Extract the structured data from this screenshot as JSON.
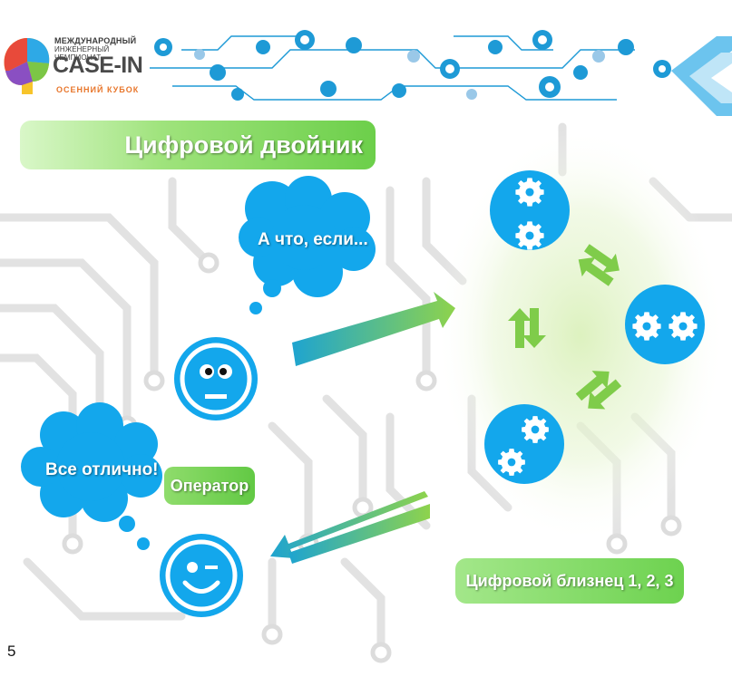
{
  "slide": {
    "title": "Цифровой двойник",
    "page_number": "5"
  },
  "logo": {
    "line1": "МЕЖДУНАРОДНЫЙ",
    "line2": "ИНЖЕНЕРНЫЙ ЧЕМПИОНАТ",
    "main": "CASE-IN",
    "sub": "ОСЕННИЙ КУБОК"
  },
  "operator": {
    "label": "Оператор",
    "question_bubble": "А что, если...",
    "answer_bubble": "Все отлично!"
  },
  "twin": {
    "label": "Цифровой близнец 1, 2, 3"
  },
  "colors": {
    "circle_blue": "#13a7ec",
    "green_pill": "#6ccf4a",
    "arrow_green": "#7fcc4a",
    "arrow_teal": "#1aa8c8",
    "logo_orange": "#e8762b"
  }
}
